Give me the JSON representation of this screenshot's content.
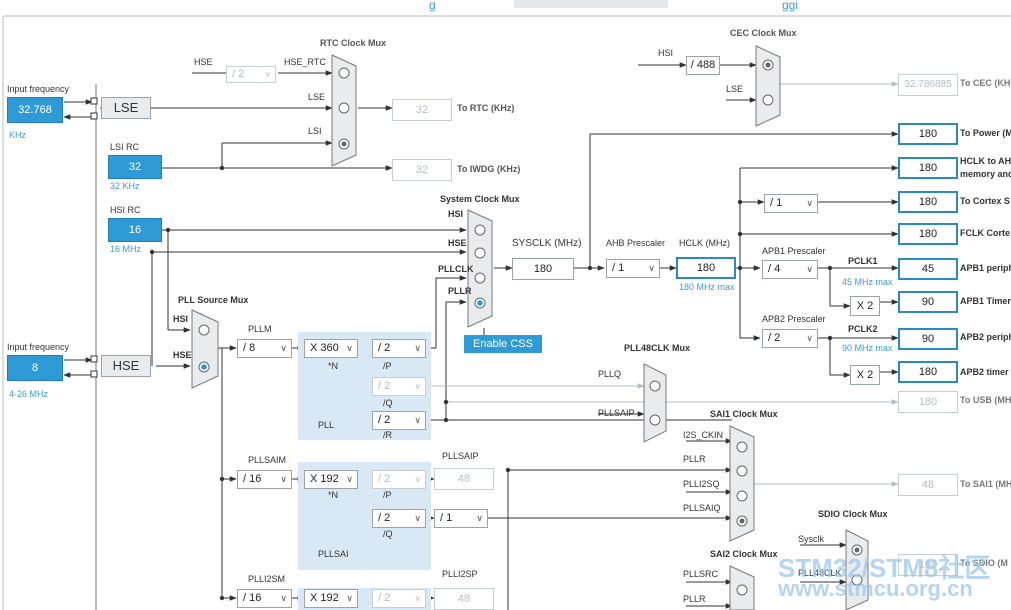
{
  "top": {
    "tab": "",
    "fragment_left": "g",
    "fragment_right": "ggi"
  },
  "sources": {
    "lse": {
      "freq_title": "Input frequency",
      "value": "32.768",
      "unit": "KHz",
      "name": "LSE"
    },
    "lsi": {
      "title": "LSI RC",
      "value": "32",
      "range": "32 KHz"
    },
    "hsi": {
      "title": "HSI RC",
      "value": "16",
      "range": "16 MHz"
    },
    "hse": {
      "freq_title": "Input frequency",
      "value": "8",
      "range": "4-26 MHz",
      "name": "HSE"
    }
  },
  "rtc": {
    "title": "RTC Clock Mux",
    "hse_label": "HSE",
    "div": "/ 2",
    "hse_rtc": "HSE_RTC",
    "lse": "LSE",
    "lsi": "LSI",
    "out_value": "32",
    "out_label": "To RTC (KHz)",
    "iwdg_value": "32",
    "iwdg_label": "To IWDG (KHz)"
  },
  "cec": {
    "title": "CEC Clock Mux",
    "hsi": "HSI",
    "div": "/ 488",
    "lse": "LSE",
    "value": "32.786885",
    "label": "To CEC (KH"
  },
  "sysmux": {
    "title": "System Clock Mux",
    "hsi": "HSI",
    "hse": "HSE",
    "pllclk": "PLLCLK",
    "pllr": "PLLR",
    "css": "Enable CSS"
  },
  "sysclk": {
    "label": "SYSCLK (MHz)",
    "value": "180"
  },
  "ahb": {
    "label": "AHB Prescaler",
    "value": "/ 1"
  },
  "hclk": {
    "label": "HCLK (MHz)",
    "value": "180",
    "max": "180 MHz max"
  },
  "outputs": {
    "power": {
      "value": "180",
      "label": "To Power (M"
    },
    "hclk_ahb": {
      "value": "180",
      "label": "HCLK to AH",
      "label2": "memory and"
    },
    "cortex_div": "/ 1",
    "cortex": {
      "value": "180",
      "label": "To Cortex S"
    },
    "fclk": {
      "value": "180",
      "label": "FCLK Corte"
    }
  },
  "apb1": {
    "label": "APB1 Prescaler",
    "value": "/ 4",
    "pclk": "PCLK1",
    "pclk_max": "45 MHz max",
    "periph_value": "45",
    "periph_label": "APB1 periph",
    "x2": "X 2",
    "timer_value": "90",
    "timer_label": "APB1 Timer"
  },
  "apb2": {
    "label": "APB2 Prescaler",
    "value": "/ 2",
    "pclk": "PCLK2",
    "pclk_max": "90 MHz max",
    "periph_value": "90",
    "periph_label": "APB2 periph",
    "x2": "X 2",
    "timer_value": "180",
    "timer_label": "APB2 timer"
  },
  "pllsrc": {
    "title": "PLL Source Mux",
    "hsi": "HSI",
    "hse": "HSE"
  },
  "pll": {
    "m_label": "PLLM",
    "m": "/ 8",
    "n": "X 360",
    "n_label": "*N",
    "p": "/ 2",
    "p_label": "/P",
    "q": "/ 2",
    "q_label": "/Q",
    "r": "/ 2",
    "r_label": "/R",
    "name": "PLL"
  },
  "pll48": {
    "title": "PLL48CLK Mux",
    "pllq": "PLLQ",
    "pllsaip": "PLLSAIP",
    "usb_value": "180",
    "usb_label": "To USB (MH"
  },
  "pllsai": {
    "m_label": "PLLSAIM",
    "m": "/ 16",
    "n": "X 192",
    "n_label": "*N",
    "p": "/ 2",
    "p_label": "/P",
    "p_out_label": "PLLSAIP",
    "p_out": "48",
    "q": "/ 2",
    "q_label": "/Q",
    "q2": "/ 1",
    "name": "PLLSAI"
  },
  "sai1": {
    "title": "SAI1 Clock Mux",
    "i2s_ckin": "I2S_CKIN",
    "pllr": "PLLR",
    "plli2sq": "PLLI2SQ",
    "pllsaiq": "PLLSAIQ",
    "value": "48",
    "label": "To SAI1 (MH"
  },
  "sdio": {
    "title": "SDIO Clock Mux",
    "sysclk": "Sysclk",
    "pll48": "PLL48CLK",
    "value": "180",
    "label": "To SDIO (M"
  },
  "sai2": {
    "title": "SAI2 Clock Mux",
    "pllsrc": "PLLSRC",
    "pllr": "PLLR"
  },
  "plli2s": {
    "m_label": "PLLI2SM",
    "m": "/ 16",
    "n": "X 192",
    "p": "/ 2",
    "out_label": "PLLI2SP",
    "out": "48"
  },
  "watermark": {
    "line1": "STM32/STM8社区",
    "line2": "www.stmcu.org.cn"
  }
}
